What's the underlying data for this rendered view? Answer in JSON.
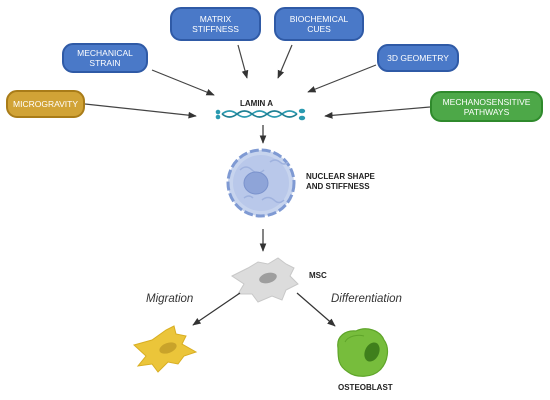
{
  "inputs": {
    "microgravity": "MICROGRAVITY",
    "mechanical_strain": "MECHANICAL STRAIN",
    "matrix_stiffness": "MATRIX STIFFNESS",
    "biochemical_cues": "BIOCHEMICAL CUES",
    "geometry_3d": "3D GEOMETRY",
    "mechanosensitive_pathways": "MECHANOSENSITIVE PATHWAYS"
  },
  "labels": {
    "lamin_a": "LAMIN A",
    "nuclear_shape": "NUCLEAR SHAPE AND STIFFNESS",
    "msc": "MSC",
    "migration": "Migration",
    "differentiation": "Differentiation",
    "osteoblast": "OSTEOBLAST"
  },
  "colors": {
    "input_blue": "#4a79c8",
    "input_gold": "#d1a336",
    "input_green": "#4da848",
    "lamin_teal": "#2a9ab0",
    "nucleus_blue": "#a9bde4",
    "msc_gray": "#d9d9d9",
    "migrating_cell": "#e8c23c",
    "osteoblast": "#7cbf3f"
  }
}
